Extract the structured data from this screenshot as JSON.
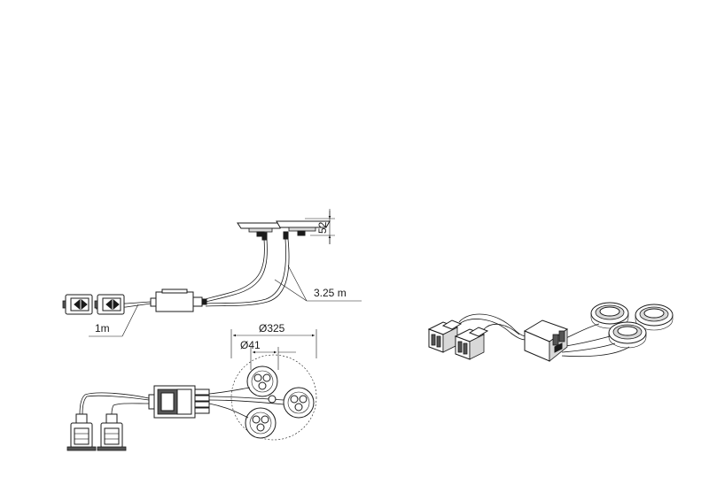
{
  "dimensions": {
    "height_label": "52",
    "cable_length_label": "3.25 m",
    "lead_length_label": "1m",
    "outer_diameter_label": "Ø325",
    "lamp_diameter_label": "Ø41"
  }
}
